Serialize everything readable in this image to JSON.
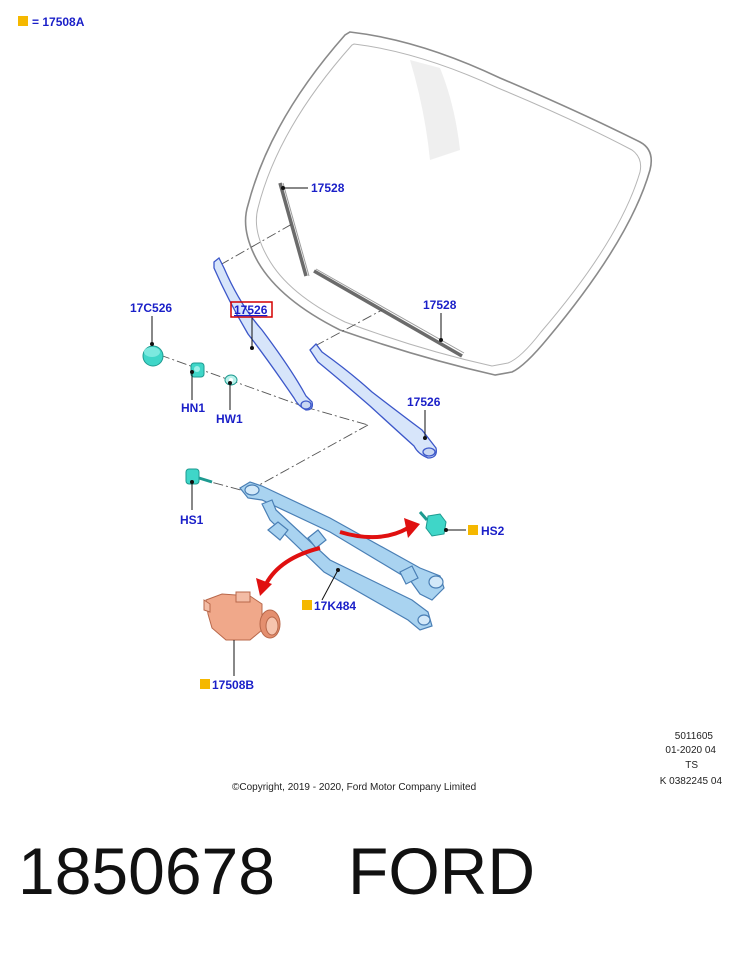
{
  "legend": {
    "swatch_color": "#f5b800",
    "text": "= 17508A"
  },
  "labels": {
    "blade_upper": "17528",
    "blade_lower": "17528",
    "arm_left": "17526",
    "arm_right": "17526",
    "cap": "17C526",
    "nut": "HN1",
    "washer": "HW1",
    "bolt_left": "HS1",
    "bolt_right": "HS2",
    "linkage": "17K484",
    "motor": "17508B"
  },
  "drawing_info": {
    "line1": "5011605",
    "line2": "01-2020 04",
    "line3": "TS",
    "line4": "K 0382245 04"
  },
  "copyright": "©Copyright, 2019 - 2020, Ford Motor Company Limited",
  "part_number": "1850678",
  "brand": "FORD",
  "colors": {
    "callout_text": "#1a1fc8",
    "highlight_box": "#d40000",
    "hardware": "#3fd6c8",
    "linkage": "#a9d3f0",
    "motor": "#f0a88a",
    "arrow": "#e01010"
  }
}
